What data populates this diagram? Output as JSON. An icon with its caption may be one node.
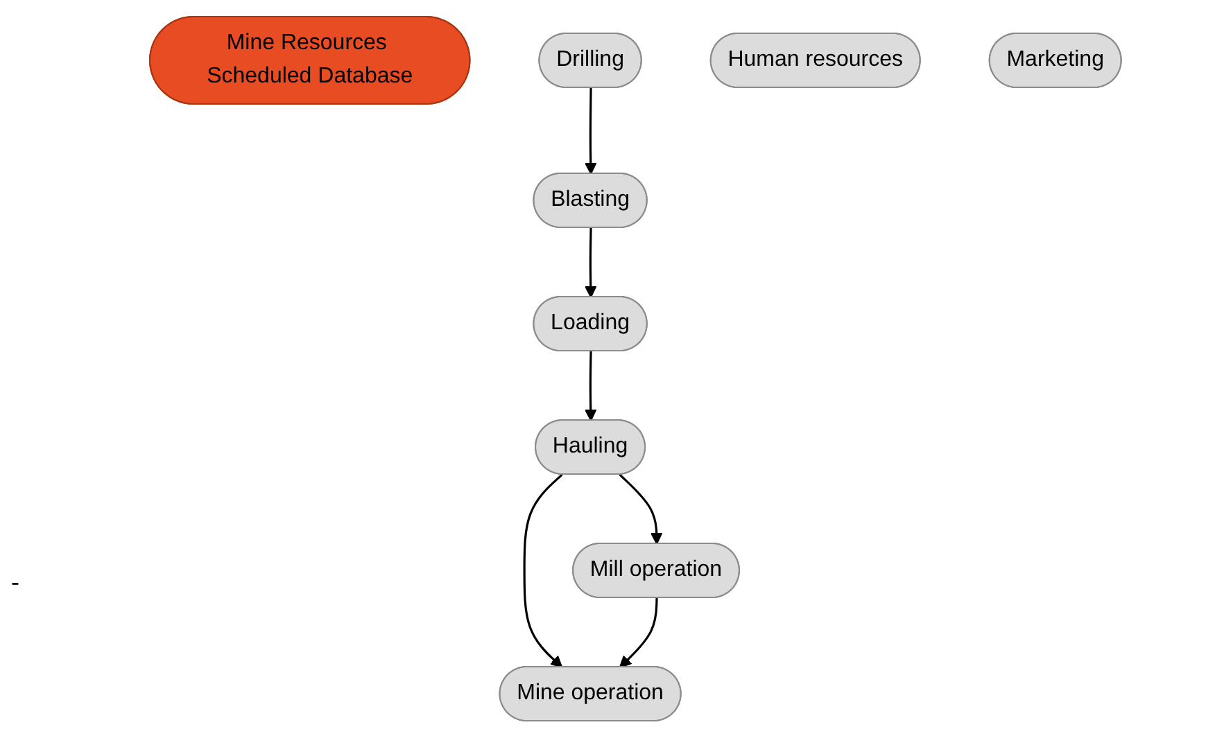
{
  "diagram": {
    "nodes": [
      {
        "text": [
          "Mine Resources Scheduled Database"
        ]
      },
      {
        "text": [
          "Drilling"
        ]
      },
      {
        "text": [
          "Mine operation"
        ]
      },
      {
        "text": [
          "Human resources"
        ]
      },
      {
        "text": [
          "Blasting"
        ]
      },
      {
        "text": [
          "Marketing"
        ]
      },
      {
        "text": [
          "Loading"
        ]
      },
      {
        "text": [
          "Mill operation"
        ]
      },
      {
        "text": [
          "Hauling"
        ]
      }
    ],
    "edges": [
      {
        "from": 1,
        "to": 4,
        "arrow": "to"
      },
      {
        "from": 4,
        "to": 6,
        "arrow": "to"
      },
      {
        "from": 6,
        "to": 8,
        "arrow": "to"
      },
      {
        "from": 8,
        "to": 2,
        "arrow": "to"
      },
      {
        "from": 8,
        "to": 7,
        "arrow": "to"
      },
      {
        "from": 7,
        "to": 2,
        "arrow": "to"
      }
    ],
    "labels": [
      "-"
    ]
  }
}
